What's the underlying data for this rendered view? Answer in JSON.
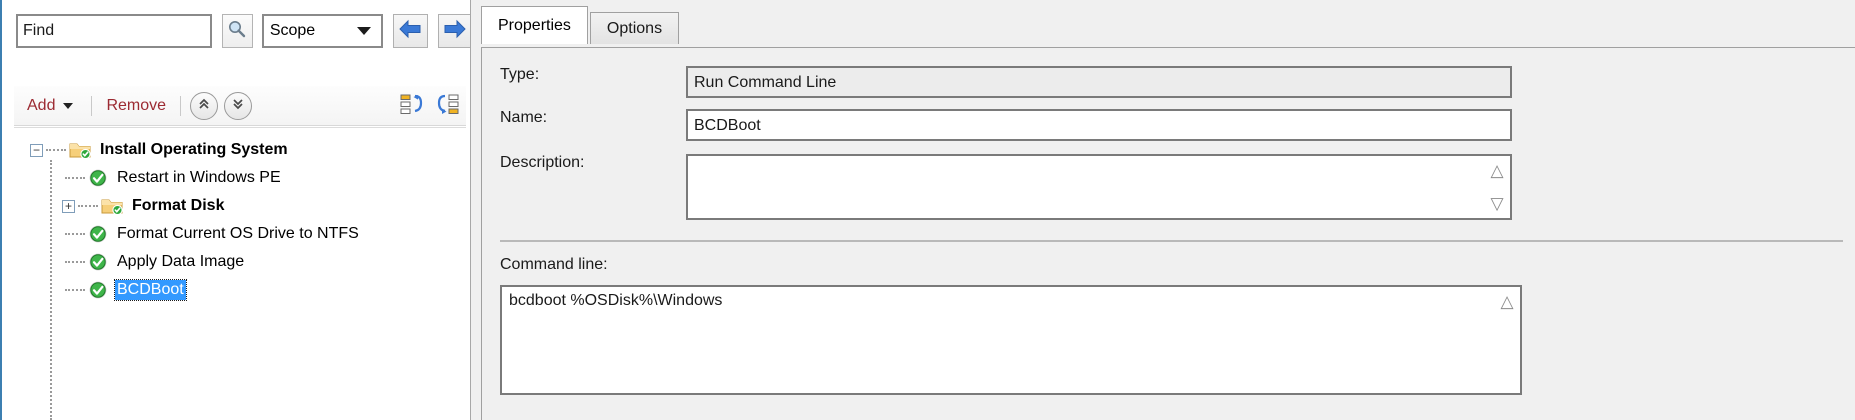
{
  "search_bar": {
    "find_value": "Find",
    "find_placeholder": "Find",
    "search_icon": "magnifier-icon",
    "scope_selected": "Scope",
    "scope_options": [
      "Scope"
    ],
    "back_icon": "arrow-left-icon",
    "forward_icon": "arrow-right-icon"
  },
  "tree_toolbar": {
    "add_label": "Add",
    "add_dropdown_icon": "caret-down-icon",
    "remove_label": "Remove",
    "move_up_icon": "double-chevron-up-icon",
    "move_down_icon": "double-chevron-down-icon",
    "outdent_icon": "list-outdent-icon",
    "indent_icon": "list-indent-icon",
    "accent_color": "#9c2a32"
  },
  "tree": {
    "selection_color": "#3399ff",
    "nodes": [
      {
        "label": "Install Operating System",
        "level": 0,
        "icon": "folder-check-icon",
        "bold": true,
        "expander": "minus",
        "selected": false
      },
      {
        "label": "Restart in Windows PE",
        "level": 1,
        "icon": "green-check-icon",
        "bold": false,
        "expander": "none",
        "selected": false
      },
      {
        "label": "Format Disk",
        "level": 1,
        "icon": "folder-check-icon",
        "bold": true,
        "expander": "plus",
        "selected": false
      },
      {
        "label": "Format Current OS Drive to NTFS",
        "level": 1,
        "icon": "green-check-icon",
        "bold": false,
        "expander": "none",
        "selected": false
      },
      {
        "label": "Apply Data Image",
        "level": 1,
        "icon": "green-check-icon",
        "bold": false,
        "expander": "none",
        "selected": false
      },
      {
        "label": "BCDBoot",
        "level": 1,
        "icon": "green-check-icon",
        "bold": false,
        "expander": "none",
        "selected": true
      }
    ]
  },
  "details": {
    "tabs": [
      {
        "label": "Properties",
        "active": true
      },
      {
        "label": "Options",
        "active": false
      }
    ],
    "type_label": "Type:",
    "type_value": "Run Command Line",
    "name_label": "Name:",
    "name_value": "BCDBoot",
    "description_label": "Description:",
    "description_value": "",
    "description_scroll_up_icon": "chevron-up-icon",
    "description_scroll_down_icon": "chevron-down-icon",
    "command_line_label": "Command line:",
    "command_line_value": "bcdboot %OSDisk%\\Windows",
    "command_line_scroll_up_icon": "chevron-up-icon"
  }
}
